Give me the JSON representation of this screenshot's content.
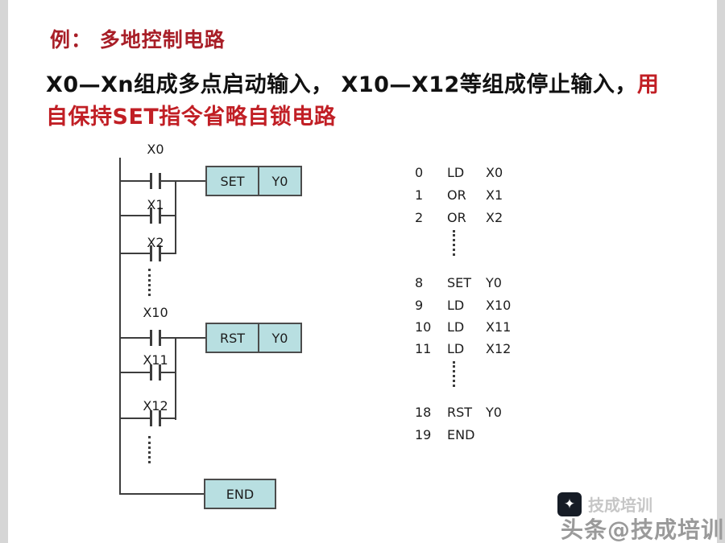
{
  "page": {
    "title": "例： 多地控制电路",
    "intro": {
      "black_part": "X0—Xn组成多点启动输入， X10—X12等组成停止输入，",
      "red_part1": "用",
      "red_part2": "自保持SET指令省略自锁电路"
    }
  },
  "ladder": {
    "start_contacts": [
      "X0",
      "X1",
      "X2"
    ],
    "stop_contacts": [
      "X10",
      "X11",
      "X12"
    ],
    "set_box": {
      "op": "SET",
      "operand": "Y0"
    },
    "rst_box": {
      "op": "RST",
      "operand": "Y0"
    },
    "end_box": "END"
  },
  "program": {
    "rows": [
      {
        "step": "0",
        "op": "LD",
        "operand": "X0"
      },
      {
        "step": "1",
        "op": "OR",
        "operand": "X1"
      },
      {
        "step": "2",
        "op": "OR",
        "operand": "X2"
      },
      {
        "step": "8",
        "op": "SET",
        "operand": "Y0"
      },
      {
        "step": "9",
        "op": "LD",
        "operand": "X10"
      },
      {
        "step": "10",
        "op": "LD",
        "operand": "X11"
      },
      {
        "step": "11",
        "op": "LD",
        "operand": "X12"
      },
      {
        "step": "18",
        "op": "RST",
        "operand": "Y0"
      },
      {
        "step": "19",
        "op": "END",
        "operand": ""
      }
    ]
  },
  "watermark": {
    "text": "头条@技成培训",
    "faint_text": "技成培训"
  },
  "colors": {
    "accent_red": "#c11f25",
    "title_red": "#a81e27",
    "box_fill": "#b8dfe1",
    "wire": "#3d3d3d",
    "watermark_gray": "#9a9a9a"
  }
}
